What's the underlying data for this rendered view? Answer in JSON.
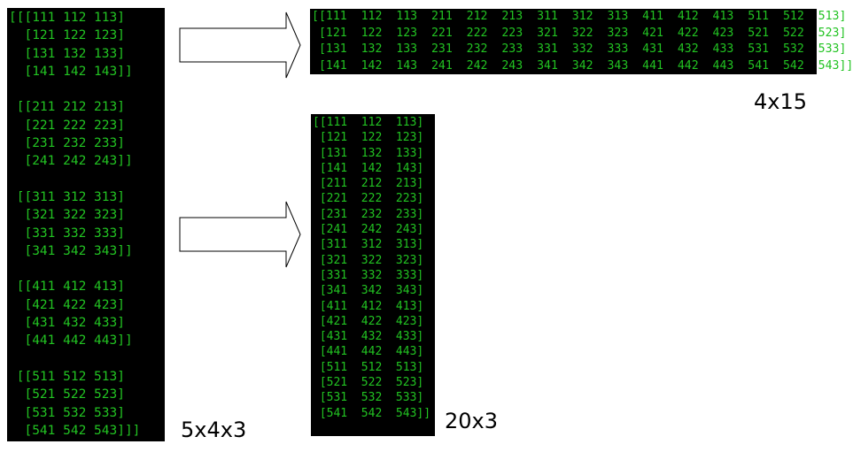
{
  "left_array": {
    "lines": [
      "[[[111 112 113]",
      "  [121 122 123]",
      "  [131 132 133]",
      "  [141 142 143]]",
      "",
      " [[211 212 213]",
      "  [221 222 223]",
      "  [231 232 233]",
      "  [241 242 243]]",
      "",
      " [[311 312 313]",
      "  [321 322 323]",
      "  [331 332 333]",
      "  [341 342 343]]",
      "",
      " [[411 412 413]",
      "  [421 422 423]",
      "  [431 432 433]",
      "  [441 442 443]]",
      "",
      " [[511 512 513]",
      "  [521 522 523]",
      "  [531 532 533]",
      "  [541 542 543]]]"
    ],
    "shape_label": "5x4x3"
  },
  "top_array": {
    "lines": [
      "[[111  112  113  211  212  213  311  312  313  411  412  413  511  512  513]",
      " [121  122  123  221  222  223  321  322  323  421  422  423  521  522  523]",
      " [131  132  133  231  232  233  331  332  333  431  432  433  531  532  533]",
      " [141  142  143  241  242  243  341  342  343  441  442  443  541  542  543]]"
    ],
    "shape_label": "4x15"
  },
  "bottom_array": {
    "lines": [
      "[[111  112  113]",
      " [121  122  123]",
      " [131  132  133]",
      " [141  142  143]",
      " [211  212  213]",
      " [221  222  223]",
      " [231  232  233]",
      " [241  242  243]",
      " [311  312  313]",
      " [321  322  323]",
      " [331  332  333]",
      " [341  342  343]",
      " [411  412  413]",
      " [421  422  423]",
      " [431  432  433]",
      " [441  442  443]",
      " [511  512  513]",
      " [521  522  523]",
      " [531  532  533]",
      " [541  542  543]]"
    ],
    "shape_label": "20x3"
  },
  "colors": {
    "terminal_bg": "#000000",
    "terminal_text": "#22c322",
    "page_bg": "#ffffff"
  }
}
